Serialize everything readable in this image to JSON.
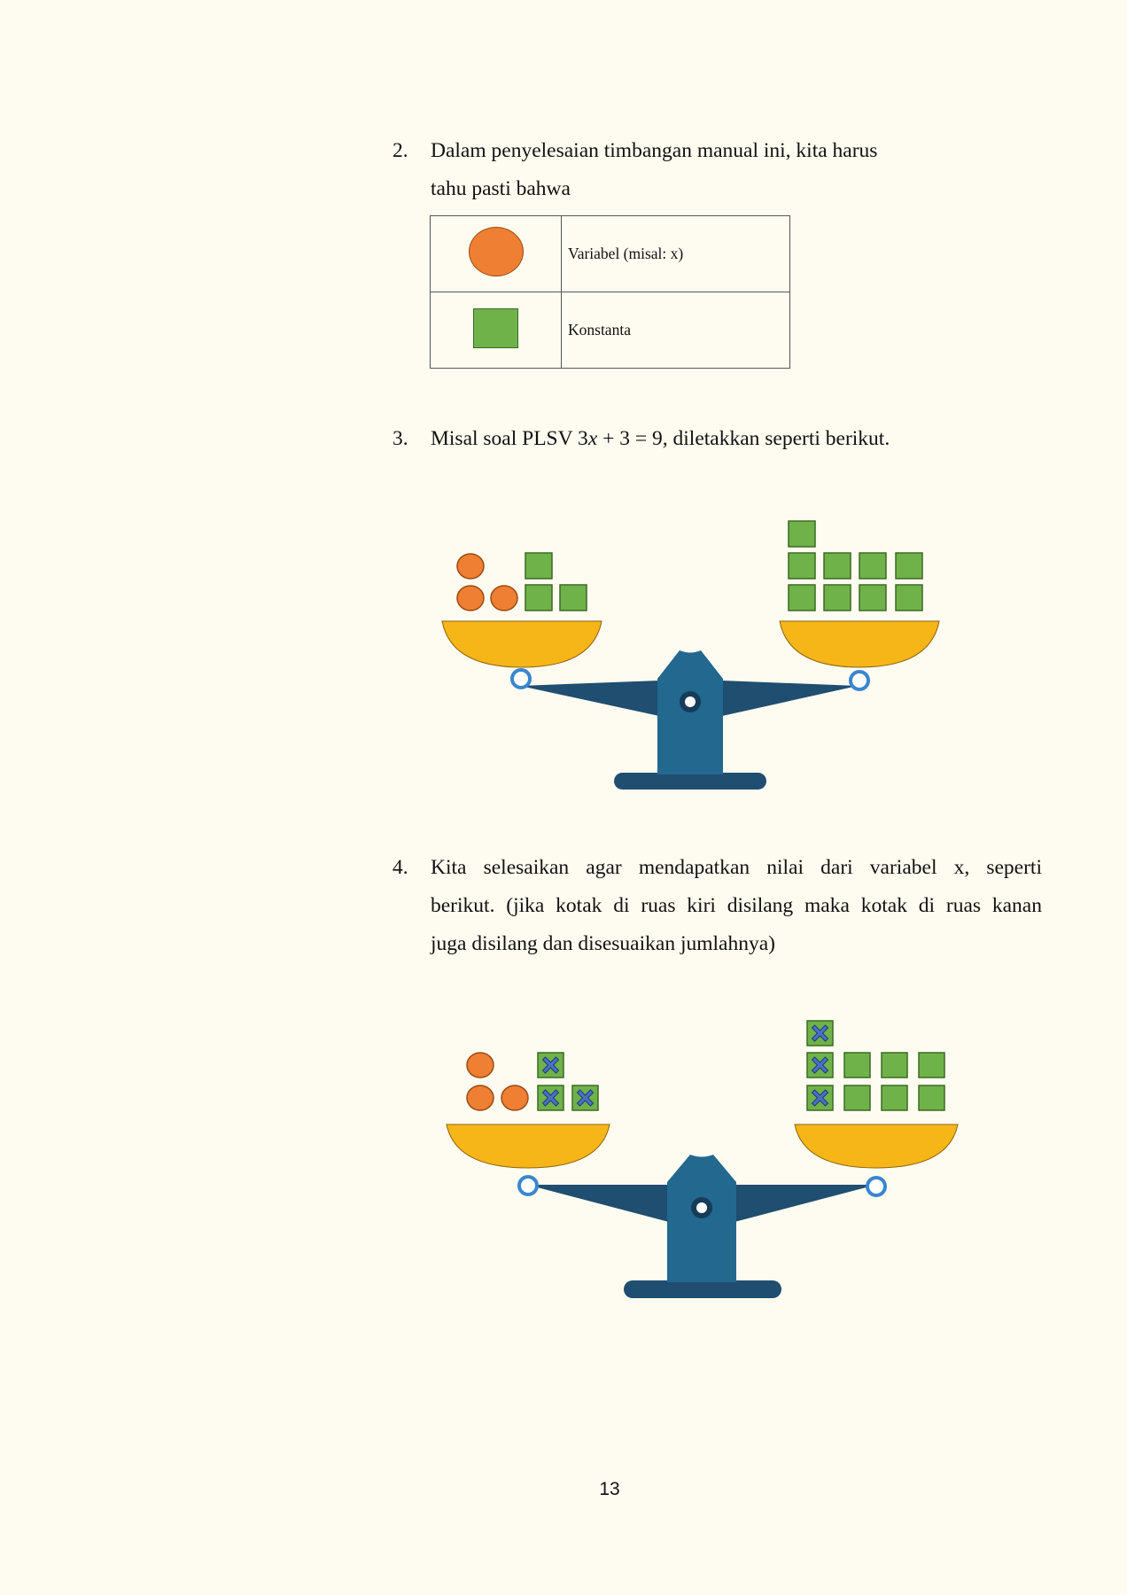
{
  "items": [
    {
      "number": "2.",
      "lines": [
        "Dalam penyelesaian timbangan manual ini, kita harus",
        "tahu pasti bahwa"
      ]
    },
    {
      "number": "3.",
      "text_before": "Misal soal PLSV 3",
      "var": "x",
      "text_after": " + 3 = 9, diletakkan seperti berikut."
    },
    {
      "number": "4.",
      "lines": [
        "Kita selesaikan agar mendapatkan nilai dari variabel x, seperti",
        "berikut. (jika kotak di ruas kiri disilang maka kotak di ruas kanan",
        "juga disilang dan disesuaikan jumlahnya)"
      ]
    }
  ],
  "legend": [
    {
      "shape": "orange-circle",
      "label": "Variabel (misal: x)"
    },
    {
      "shape": "green-square",
      "label": "Konstanta"
    }
  ],
  "colors": {
    "variable": "#ef7f32",
    "constant": "#6fb24a",
    "pan": "#f7b617",
    "beam": "#1f4e70",
    "stand": "#22688f",
    "cross": "#4a72c4",
    "background": "#fefcf0"
  },
  "figures": {
    "scale1": {
      "left": {
        "circles": 3,
        "squares": 3
      },
      "right": {
        "squares": 9
      }
    },
    "scale2": {
      "left": {
        "circles": 3,
        "squares": 3,
        "crossed": 3
      },
      "right": {
        "squares": 9,
        "crossed": 3
      }
    }
  },
  "page_number": "13"
}
